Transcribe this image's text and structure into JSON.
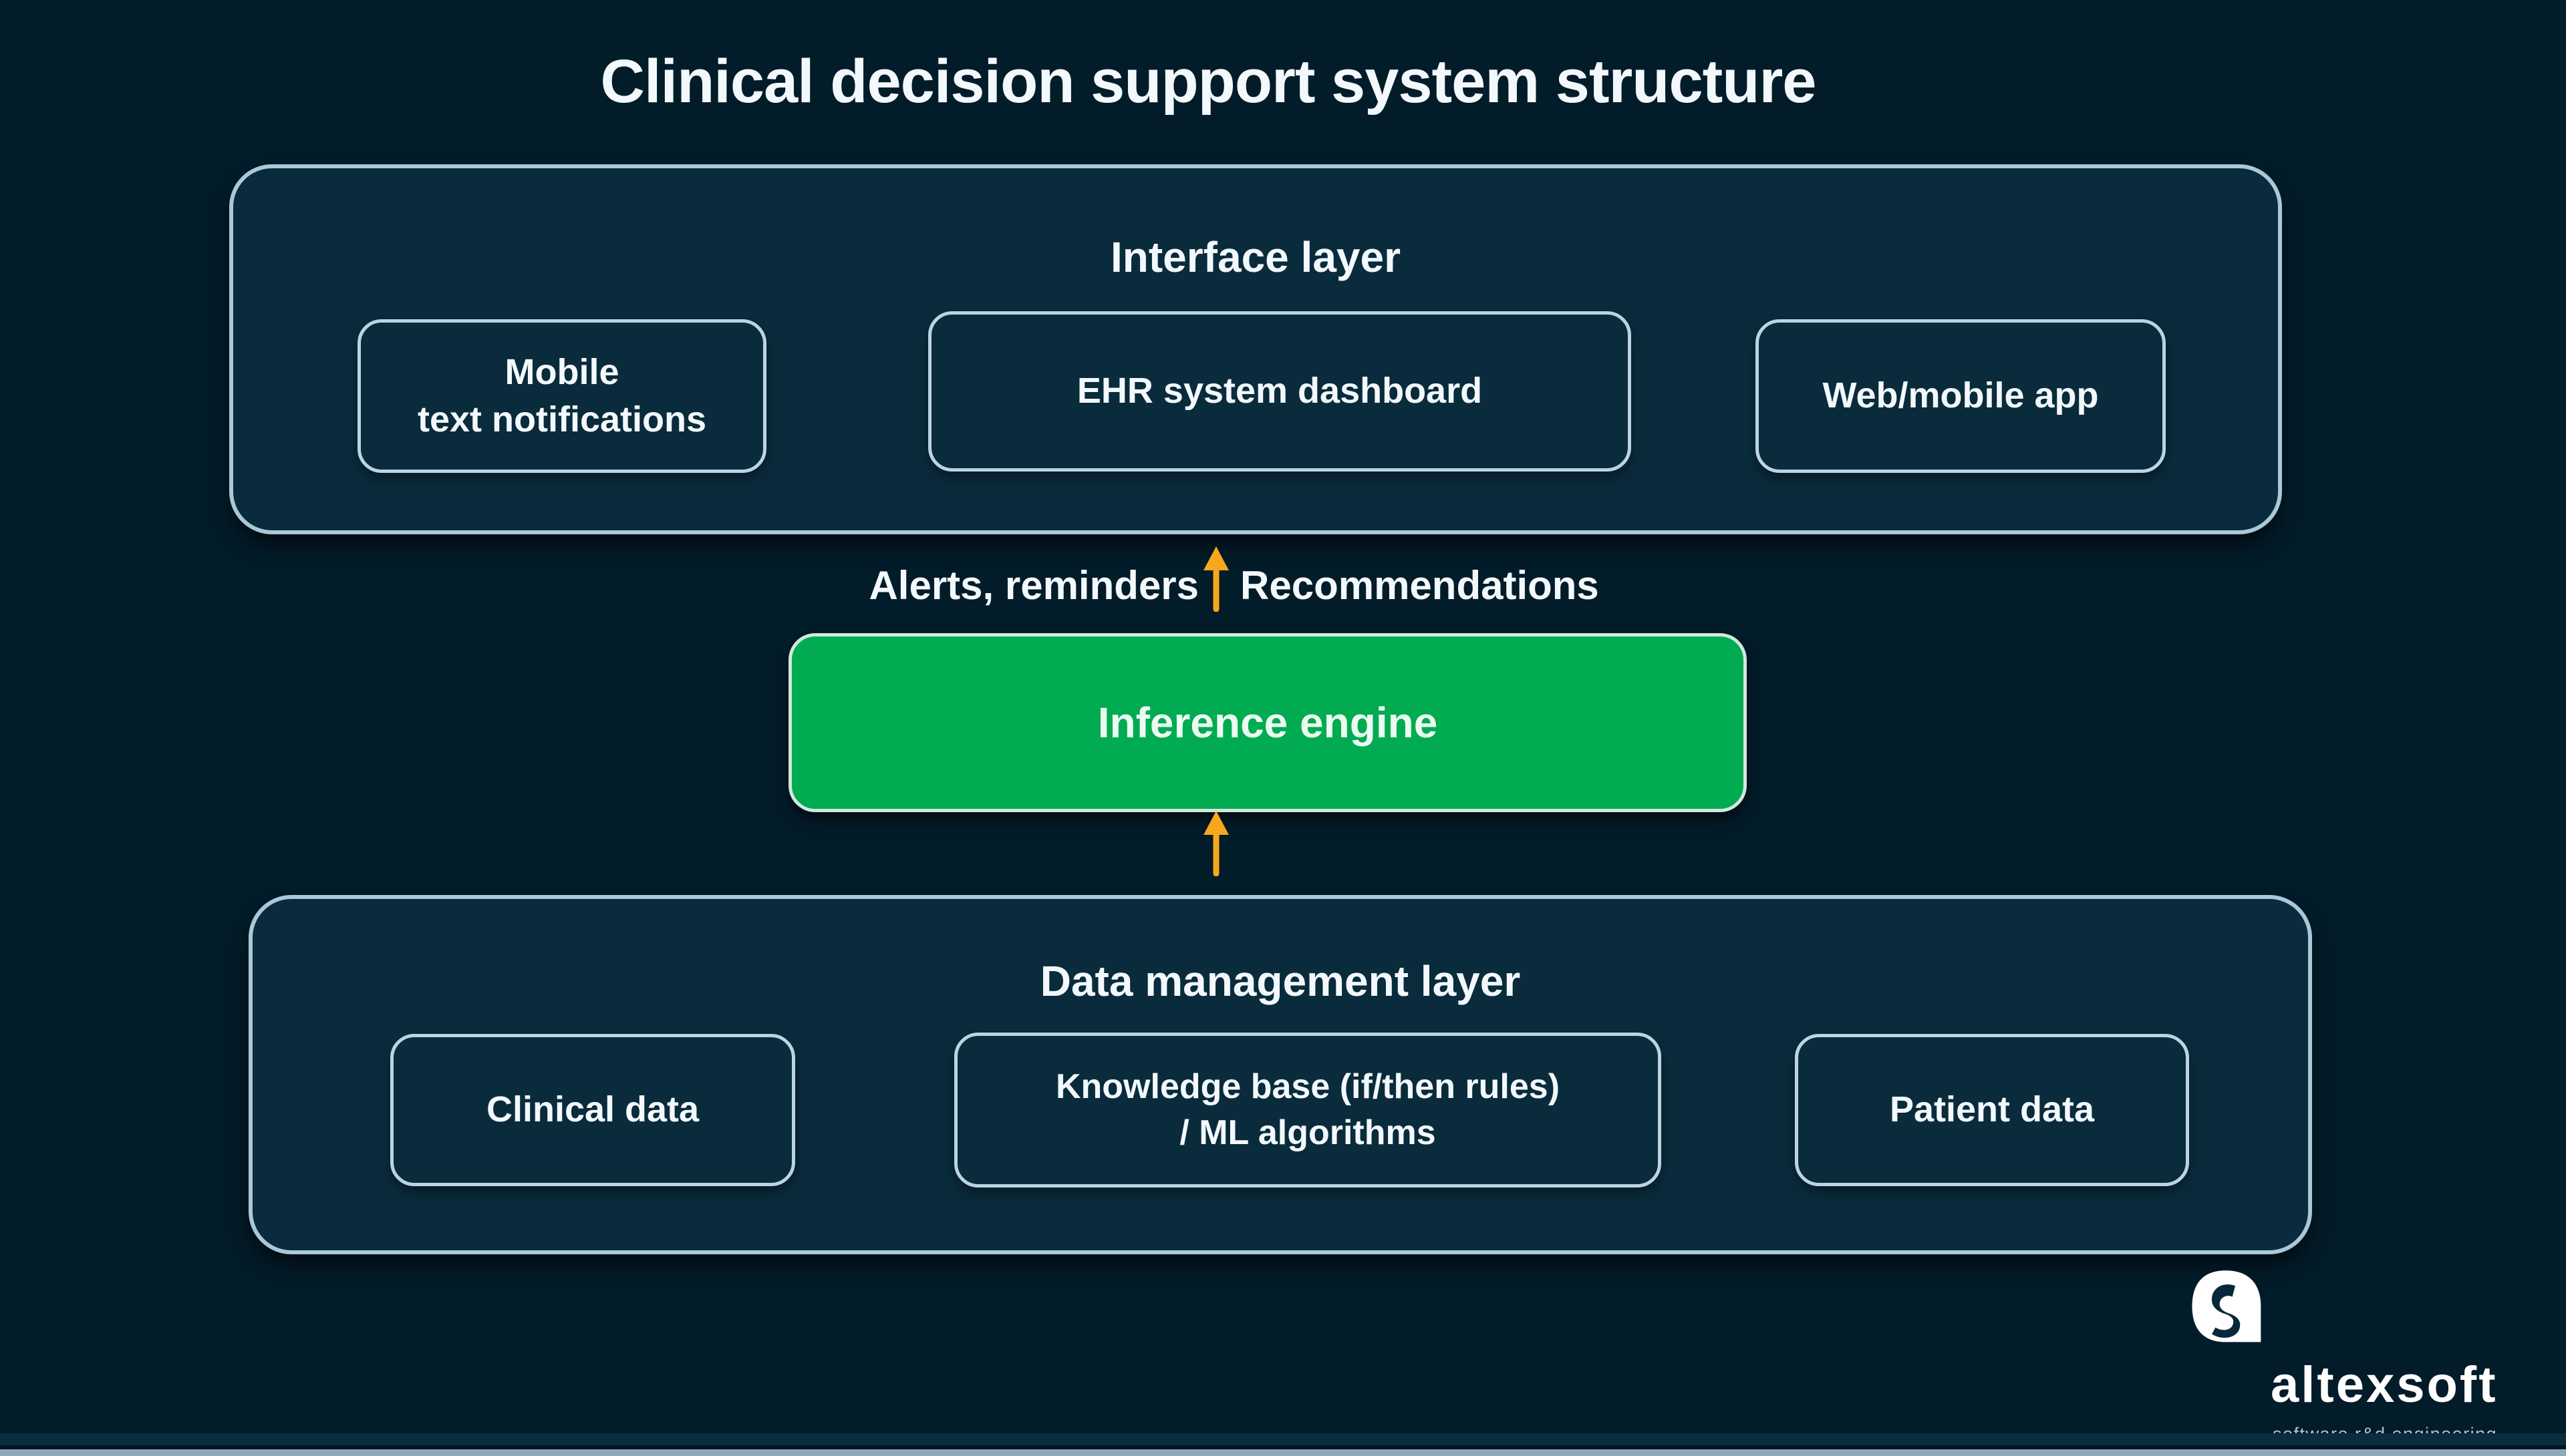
{
  "title": "Clinical decision support system structure",
  "colors": {
    "background": "#031c2a",
    "panel_fill": "#0a2b3c",
    "panel_border": "#a9c8da",
    "box_border": "#bad4e2",
    "accent_green": "#00ab52",
    "arrow_yellow": "#f5a81c",
    "text": "#f2f8fb",
    "bottom_edge": "#8fa9ba"
  },
  "interface_layer": {
    "label": "Interface layer",
    "boxes": [
      {
        "lines": [
          "Mobile",
          "text notifications"
        ]
      },
      {
        "lines": [
          "EHR system dashboard"
        ]
      },
      {
        "lines": [
          "Web/mobile app"
        ]
      }
    ]
  },
  "flow": {
    "left_label": "Alerts, reminders",
    "right_label": "Recommendations"
  },
  "inference_engine": {
    "label": "Inference engine"
  },
  "data_layer": {
    "label": "Data management layer",
    "boxes": [
      {
        "lines": [
          "Clinical data"
        ]
      },
      {
        "lines": [
          "Knowledge base (if/then rules)",
          "/ ML algorithms"
        ]
      },
      {
        "lines": [
          "Patient data"
        ]
      }
    ]
  },
  "logo": {
    "brand": "altexsoft",
    "tagline": "software r&d engineering"
  }
}
